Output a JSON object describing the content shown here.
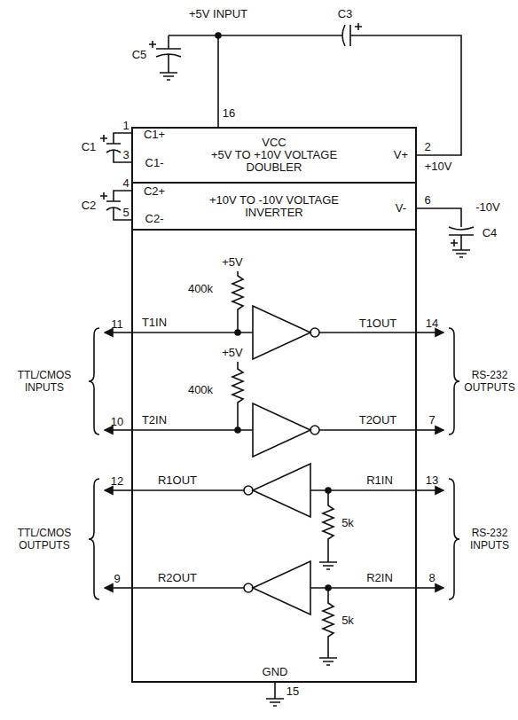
{
  "diagram": {
    "nodes": [
      {
        "text": [
          "GND"
        ]
      },
      {
        "text": [
          "VCC",
          "+5V TO +10V VOLTAGE DOUBLER"
        ],
        "in": 0
      },
      {
        "text": [
          "+10V TO -10V VOLTAGE INVERTER"
        ],
        "in": 0
      }
    ],
    "labels": [
      "+5V INPUT",
      "C5",
      "C3",
      "16",
      "1",
      "C1+",
      "3",
      "C1-",
      "C1",
      "2",
      "V+",
      "+10V",
      "4",
      "C2+",
      "5",
      "C2-",
      "C2",
      "6",
      "V-",
      "-10V",
      "C4",
      "+5V",
      "400k",
      "11",
      "T1IN",
      "T1OUT",
      "14",
      "+5V",
      "400k",
      "10",
      "T2IN",
      "T2OUT",
      "7",
      "TTL/CMOS INPUTS",
      "RS-232 OUTPUTS",
      "12",
      "R1OUT",
      "R1IN",
      "13",
      "5k",
      "9",
      "R2OUT",
      "R2IN",
      "8",
      "5k",
      "TTL/CMOS OUTPUTS",
      "RS-232 INPUTS",
      "15"
    ]
  }
}
